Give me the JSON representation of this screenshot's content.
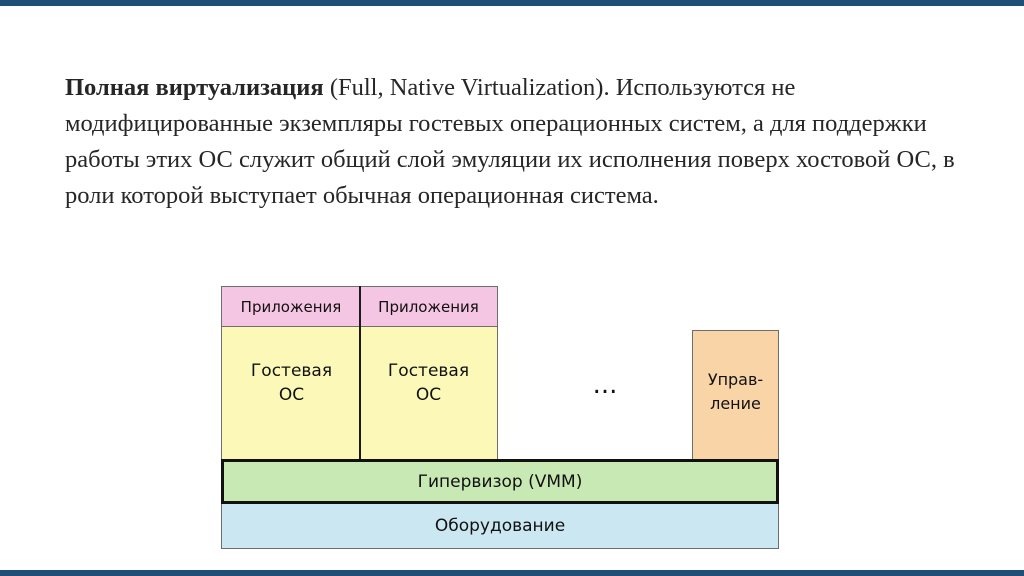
{
  "slide": {
    "paragraph_bold": "Полная виртуализация",
    "paragraph_rest": " (Full, Native Virtualization). Используются не модифицированные экземпляры гостевых операционных систем, а для поддержки работы этих ОС служит общий слой эмуляции их исполнения поверх хостовой ОС, в роли которой выступает обычная операционная система."
  },
  "diagram": {
    "app_1": "Приложения",
    "app_2": "Приложения",
    "guest_os_1": "Гостевая\nОС",
    "guest_os_2": "Гостевая\nОС",
    "ellipsis": "...",
    "management": "Управ-\nление",
    "hypervisor": "Гипервизор (VMM)",
    "hardware": "Оборудование"
  },
  "colors": {
    "accent_bar": "#1f4e79",
    "applications": "#f5c6e3",
    "guest_os": "#fbf8b8",
    "management": "#f9d4a6",
    "hypervisor": "#c8e9b4",
    "hardware": "#cbe7f1"
  }
}
